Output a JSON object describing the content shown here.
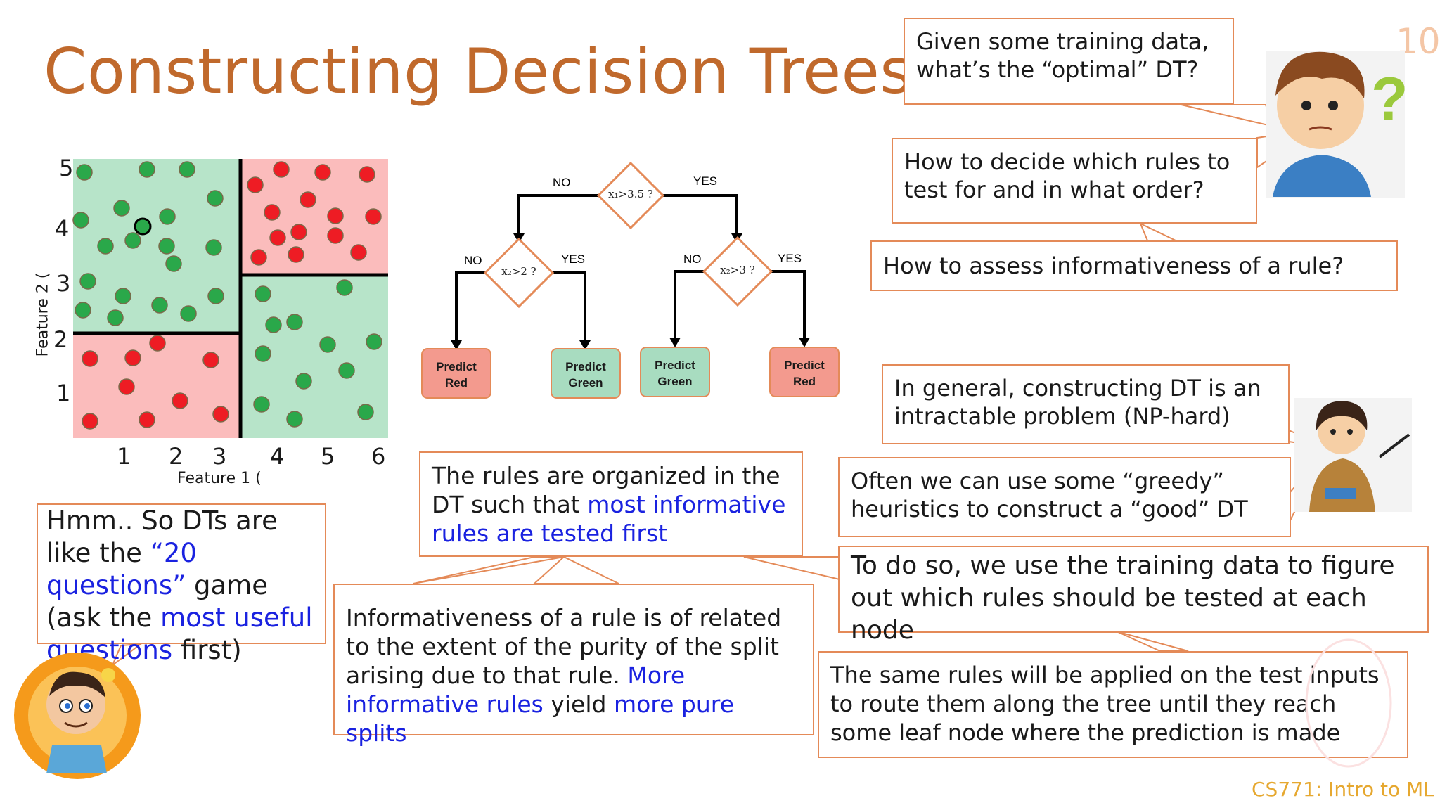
{
  "slide": {
    "title": "Constructing Decision Trees",
    "page_number": "10",
    "footer": "CS771: Intro to ML"
  },
  "scatter": {
    "y_ticks": [
      "5",
      "4",
      "3",
      "2",
      "1"
    ],
    "x_ticks": [
      "1",
      "2",
      "3",
      "4",
      "5",
      "6"
    ],
    "xlabel": "Feature 1 (",
    "ylabel": "Feature 2 (",
    "colors": {
      "green_region": "#b7e4c9",
      "red_region": "#fbbcbc",
      "green_point": "#2aa84a",
      "red_point": "#ee1c24"
    }
  },
  "tree": {
    "root": {
      "condition": "x₁>3.5 ?",
      "no": "NO",
      "yes": "YES"
    },
    "left": {
      "condition": "x₂>2 ?",
      "no": "NO",
      "yes": "YES"
    },
    "right": {
      "condition": "x₂>3 ?",
      "no": "NO",
      "yes": "YES"
    },
    "leaves": [
      {
        "line1": "Predict",
        "line2": "Red",
        "color": "#f39a8e"
      },
      {
        "line1": "Predict",
        "line2": "Green",
        "color": "#a8dcc0"
      },
      {
        "line1": "Predict",
        "line2": "Green",
        "color": "#a8dcc0"
      },
      {
        "line1": "Predict",
        "line2": "Red",
        "color": "#f39a8e"
      }
    ]
  },
  "callouts": {
    "optimal": "Given some training data, what’s the “optimal” DT?",
    "which_rules": "How to decide which rules to test for and in what order?",
    "assess": "How to assess informativeness of a rule?",
    "np_hard": "In general, constructing DT is an intractable problem (NP-hard)",
    "greedy": "Often we can use some “greedy” heuristics to construct a “good” DT",
    "training": "To do so, we use the training data to figure out which rules should be tested at each node",
    "test_inputs": "The same rules will be applied on the test inputs to route them along the tree until they reach some leaf node where the prediction is made",
    "organized_pre": "The rules are organized in the DT such that ",
    "organized_blue": "most informative rules are tested first",
    "purity_pre": "Informativeness of a rule is of related to the extent of the purity of the split arising due to that rule. ",
    "purity_blue1": "More informative rules",
    "purity_mid": " yield ",
    "purity_blue2": "more pure splits",
    "hmm_pre": "Hmm.. So DTs are like the ",
    "hmm_blue1": "“20 questions”",
    "hmm_mid": " game (ask the ",
    "hmm_blue2": "most useful questions",
    "hmm_post": " first)"
  }
}
